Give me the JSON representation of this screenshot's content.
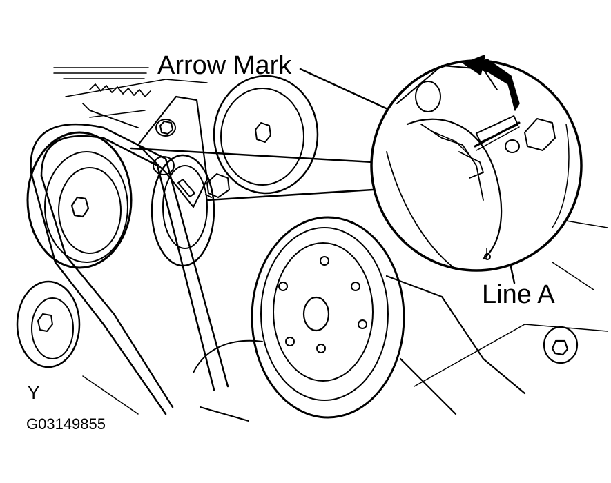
{
  "labels": {
    "arrow_mark": "Arrow Mark",
    "line_a": "Line A",
    "view_letter": "Y",
    "figure_code": "G03149855"
  },
  "colors": {
    "ink": "#000000",
    "paper": "#ffffff"
  }
}
